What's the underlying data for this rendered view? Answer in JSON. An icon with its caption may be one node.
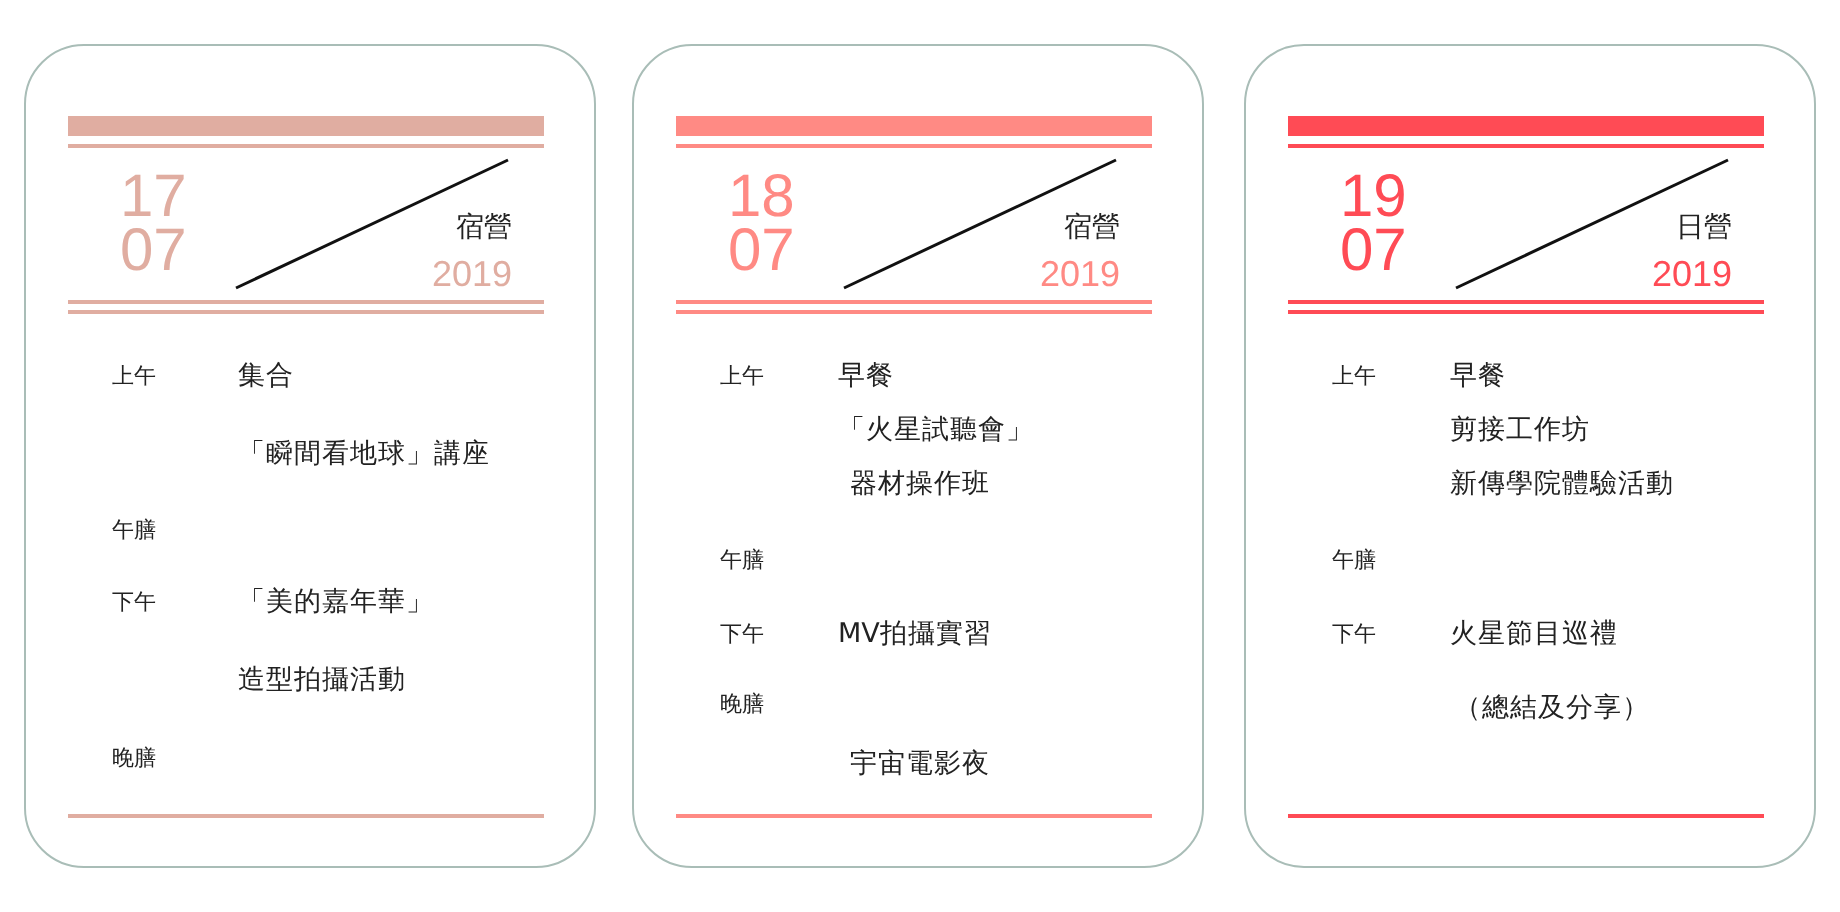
{
  "diagram": {
    "nodes": [
      {
        "text": [
          "17 07",
          "宿營",
          "2019",
          "上午",
          "集合",
          "「瞬間看地球」講座",
          "午膳",
          "下午",
          "「美的嘉年華」",
          "造型拍攝活動",
          "晚膳"
        ]
      },
      {
        "text": [
          "18 07",
          "宿營",
          "2019",
          "上午",
          "早餐",
          "「火星試聽會」",
          "器材操作班",
          "午膳",
          "下午",
          "MV拍攝實習",
          "晚膳",
          "宇宙電影夜"
        ]
      },
      {
        "text": [
          "19 07",
          "日營",
          "2019",
          "上午",
          "早餐",
          "剪接工作坊",
          "新傳學院體驗活動",
          "午膳",
          "下午",
          "火星節目巡禮",
          "（總結及分享）"
        ]
      }
    ],
    "edges": []
  }
}
